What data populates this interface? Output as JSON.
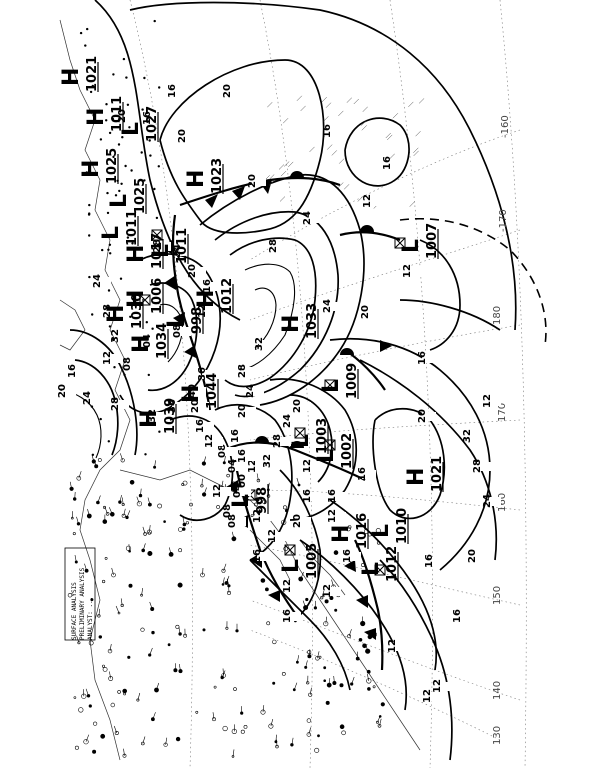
{
  "header": {
    "lines": [
      "SURFACE ANALYSIS",
      "PRELIMINARY ANALYSIS",
      "ANALYST: ..."
    ]
  },
  "longitudes": [
    {
      "label": "-160",
      "rot": -90
    },
    {
      "label": "-170",
      "rot": -90
    },
    {
      "label": "180",
      "rot": -90
    },
    {
      "label": "170",
      "rot": -90
    },
    {
      "label": "160",
      "rot": -90
    },
    {
      "label": "150",
      "rot": -90
    },
    {
      "label": "140",
      "rot": -90
    },
    {
      "label": "130",
      "rot": -90
    }
  ],
  "isobar_labels": [
    "20",
    "16",
    "20",
    "16",
    "20",
    "24",
    "16",
    "12",
    "12",
    "16",
    "20",
    "24",
    "28",
    "32",
    "28",
    "24",
    "20",
    "16",
    "12",
    "16",
    "20",
    "12",
    "16",
    "12",
    "16",
    "20",
    "24",
    "28",
    "32",
    "36",
    "40",
    "36",
    "32",
    "28",
    "24",
    "20",
    "16",
    "12",
    "08",
    "04",
    "08",
    "12",
    "16",
    "20",
    "24",
    "28",
    "12",
    "16",
    "20",
    "24",
    "28",
    "32",
    "12",
    "16",
    "20",
    "12",
    "16",
    "12",
    "12",
    "16",
    "08",
    "04",
    "00",
    "04",
    "08",
    "12",
    "16",
    "20",
    "12",
    "08",
    "16",
    "12",
    "16",
    "12",
    "12",
    "16",
    "20",
    "24",
    "28",
    "32"
  ],
  "systems": [
    {
      "type": "H",
      "value": "1021"
    },
    {
      "type": "H",
      "value": "1011"
    },
    {
      "type": "H",
      "value": "1025"
    },
    {
      "type": "L",
      "value": "1027"
    },
    {
      "type": "L",
      "value": "1025"
    },
    {
      "type": "H",
      "value": "1023"
    },
    {
      "type": "L",
      "value": "1011"
    },
    {
      "type": "H",
      "value": "1017"
    },
    {
      "type": "L",
      "value": "1011"
    },
    {
      "type": "H",
      "value": "1006"
    },
    {
      "type": "L",
      "value": "998"
    },
    {
      "type": "H",
      "value": "1012"
    },
    {
      "type": "H",
      "value": "1030"
    },
    {
      "type": "H",
      "value": "1034"
    },
    {
      "type": "H",
      "value": "1044"
    },
    {
      "type": "H",
      "value": "1039"
    },
    {
      "type": "H",
      "value": "1033"
    },
    {
      "type": "L",
      "value": "1009"
    },
    {
      "type": "L",
      "value": "1007"
    },
    {
      "type": "L",
      "value": "1003"
    },
    {
      "type": "L",
      "value": "1002"
    },
    {
      "type": "H",
      "value": "1021"
    },
    {
      "type": "L",
      "value": "998"
    },
    {
      "type": "H",
      "value": "1016"
    },
    {
      "type": "L",
      "value": "1005"
    },
    {
      "type": "L",
      "value": "1010"
    },
    {
      "type": "L",
      "value": "1012"
    }
  ]
}
